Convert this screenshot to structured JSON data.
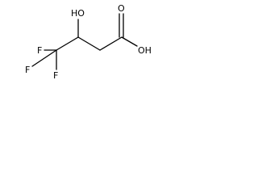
{
  "molecule": {
    "atoms": {
      "hydroxyl_top": "HO",
      "carbonyl_oxygen": "O",
      "acid_hydroxyl": "OH",
      "fluorine_1": "F",
      "fluorine_2": "F",
      "fluorine_3": "F"
    }
  }
}
